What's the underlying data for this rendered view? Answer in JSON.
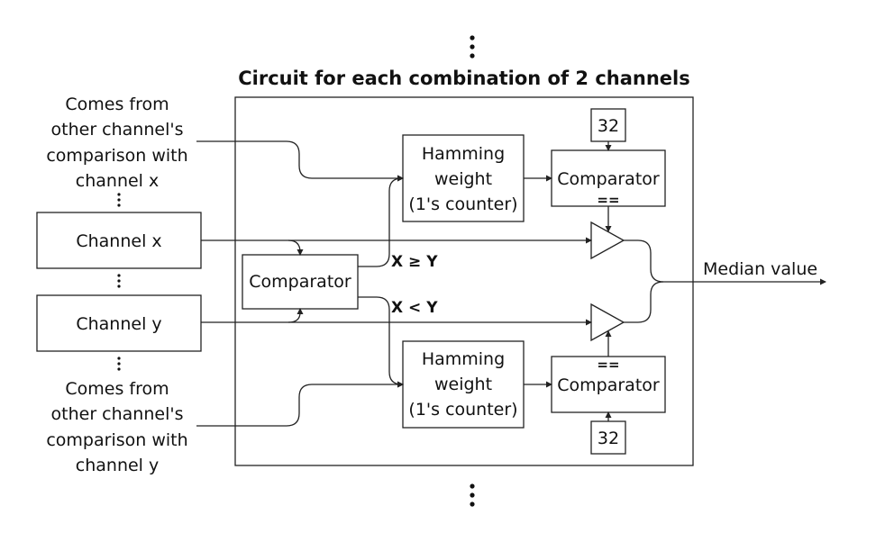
{
  "title": "Circuit for each combination of 2 channels",
  "inputs": {
    "top_source": [
      "Comes from",
      "other channel's",
      "comparison with",
      "channel x"
    ],
    "bottom_source": [
      "Comes from",
      "other channel's",
      "comparison with",
      "channel y"
    ],
    "channel_x": "Channel x",
    "channel_y": "Channel y"
  },
  "blocks": {
    "comparator_main": "Comparator",
    "hamming_top": [
      "Hamming",
      "weight",
      "(1's counter)"
    ],
    "hamming_bottom": [
      "Hamming",
      "weight",
      "(1's counter)"
    ],
    "comparator_top": "Comparator",
    "comparator_bottom": "Comparator",
    "eq_symbol_top": "==",
    "eq_symbol_bottom": "==",
    "const_top": "32",
    "const_bottom": "32"
  },
  "conditions": {
    "x_ge_y": "X ≥ Y",
    "x_lt_y": "X < Y"
  },
  "output": {
    "label": "Median value"
  }
}
